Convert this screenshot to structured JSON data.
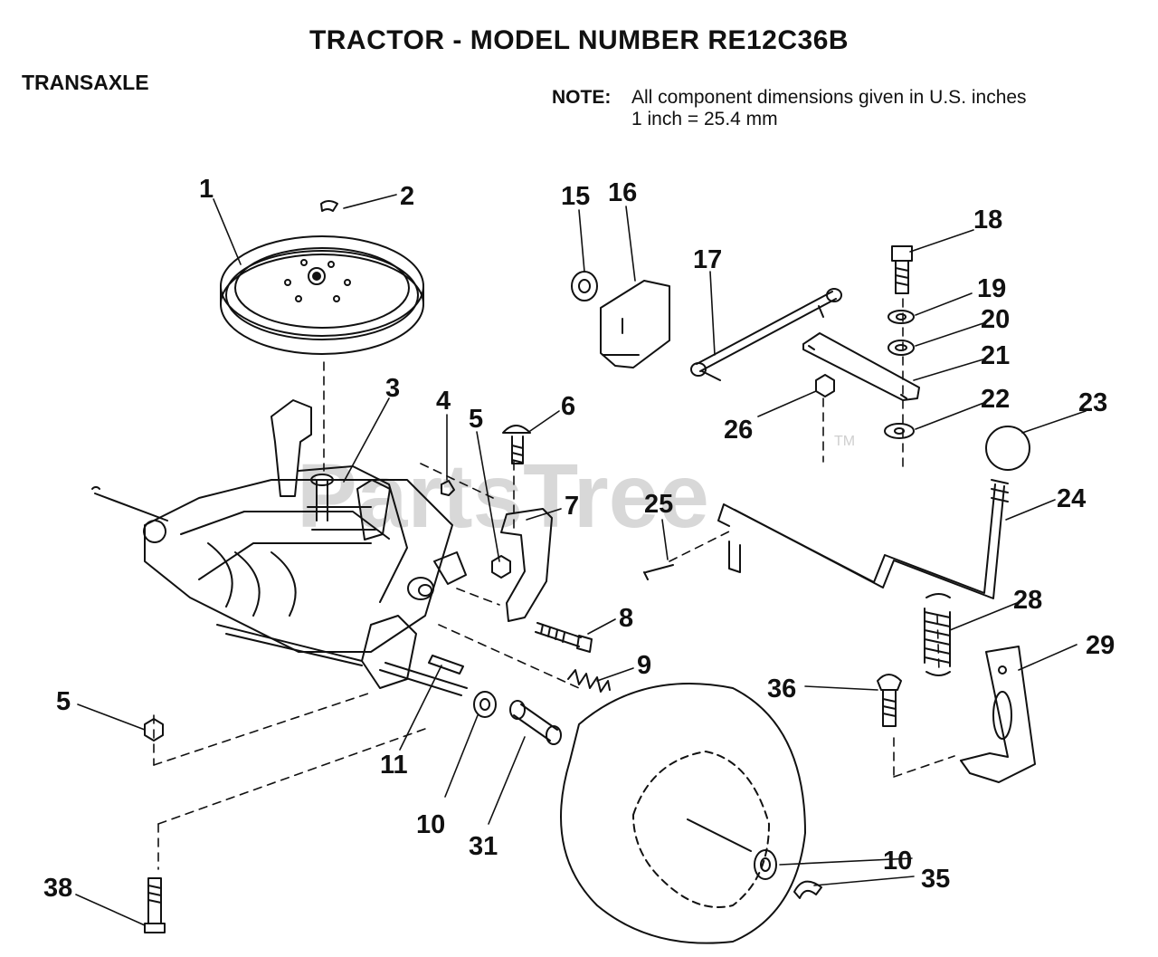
{
  "title": "TRACTOR  - MODEL NUMBER RE12C36B",
  "section": "TRANSAXLE",
  "note": {
    "label": "NOTE:",
    "line1": "All component dimensions given in U.S. inches",
    "line2": "1 inch = 25.4 mm"
  },
  "watermark": {
    "text": "PartsTree",
    "tm": "TM"
  },
  "callouts": [
    {
      "id": "c1",
      "label": "1"
    },
    {
      "id": "c2",
      "label": "2"
    },
    {
      "id": "c3",
      "label": "3"
    },
    {
      "id": "c4",
      "label": "4"
    },
    {
      "id": "c5a",
      "label": "5"
    },
    {
      "id": "c6",
      "label": "6"
    },
    {
      "id": "c7",
      "label": "7"
    },
    {
      "id": "c8",
      "label": "8"
    },
    {
      "id": "c9",
      "label": "9"
    },
    {
      "id": "c10a",
      "label": "10"
    },
    {
      "id": "c11",
      "label": "11"
    },
    {
      "id": "c15",
      "label": "15"
    },
    {
      "id": "c16",
      "label": "16"
    },
    {
      "id": "c17",
      "label": "17"
    },
    {
      "id": "c18",
      "label": "18"
    },
    {
      "id": "c19",
      "label": "19"
    },
    {
      "id": "c20",
      "label": "20"
    },
    {
      "id": "c21",
      "label": "21"
    },
    {
      "id": "c22",
      "label": "22"
    },
    {
      "id": "c23",
      "label": "23"
    },
    {
      "id": "c24",
      "label": "24"
    },
    {
      "id": "c25",
      "label": "25"
    },
    {
      "id": "c26",
      "label": "26"
    },
    {
      "id": "c28",
      "label": "28"
    },
    {
      "id": "c29",
      "label": "29"
    },
    {
      "id": "c31",
      "label": "31"
    },
    {
      "id": "c35",
      "label": "35"
    },
    {
      "id": "c36",
      "label": "36"
    },
    {
      "id": "c38",
      "label": "38"
    },
    {
      "id": "c5b",
      "label": "5"
    },
    {
      "id": "c10b",
      "label": "10"
    }
  ]
}
